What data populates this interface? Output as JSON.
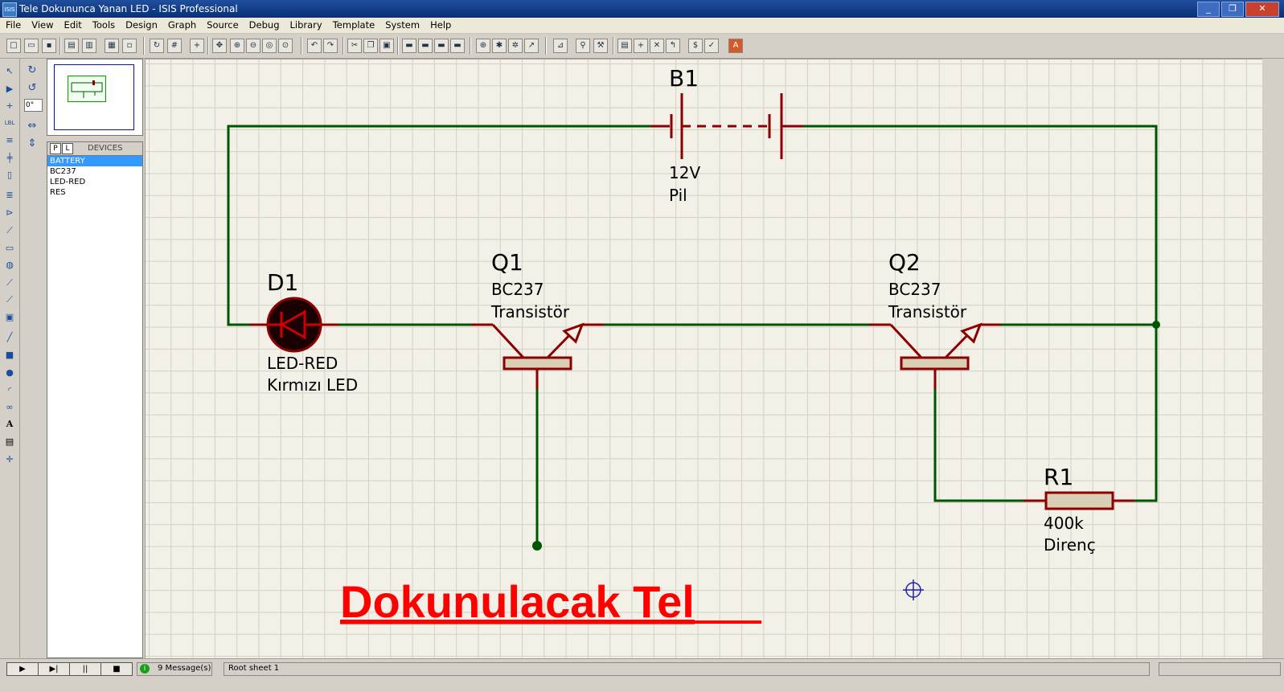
{
  "window": {
    "title": "Tele Dokununca Yanan LED - ISIS Professional",
    "app_icon": "ISIS",
    "minimize": "_",
    "restore": "❐",
    "close": "✕"
  },
  "menu": [
    "File",
    "View",
    "Edit",
    "Tools",
    "Design",
    "Graph",
    "Source",
    "Debug",
    "Library",
    "Template",
    "System",
    "Help"
  ],
  "rotation": {
    "angle": "0°"
  },
  "device_panel": {
    "tab_p": "P",
    "tab_l": "L",
    "title": "DEVICES",
    "items": [
      "BATTERY",
      "BC237",
      "LED-RED",
      "RES"
    ],
    "selected": "BATTERY"
  },
  "schematic": {
    "battery": {
      "ref": "B1",
      "value": "12V",
      "desc": "Pil"
    },
    "led": {
      "ref": "D1",
      "value": "LED-RED",
      "desc": "Kırmızı LED"
    },
    "q1": {
      "ref": "Q1",
      "value": "BC237",
      "desc": "Transistör"
    },
    "q2": {
      "ref": "Q2",
      "value": "BC237",
      "desc": "Transistör"
    },
    "resistor": {
      "ref": "R1",
      "value": "400k",
      "desc": "Direnç"
    },
    "annotation": "Dokunulacak Tel",
    "colors": {
      "wire": "#005500",
      "component": "#8b0000",
      "body": "#d8cfb4",
      "annotation": "#ff0000"
    }
  },
  "status": {
    "play_buttons": [
      "▶",
      "▶|",
      "||",
      "■"
    ],
    "messages": "9 Message(s)",
    "sheet": "Root sheet 1"
  }
}
